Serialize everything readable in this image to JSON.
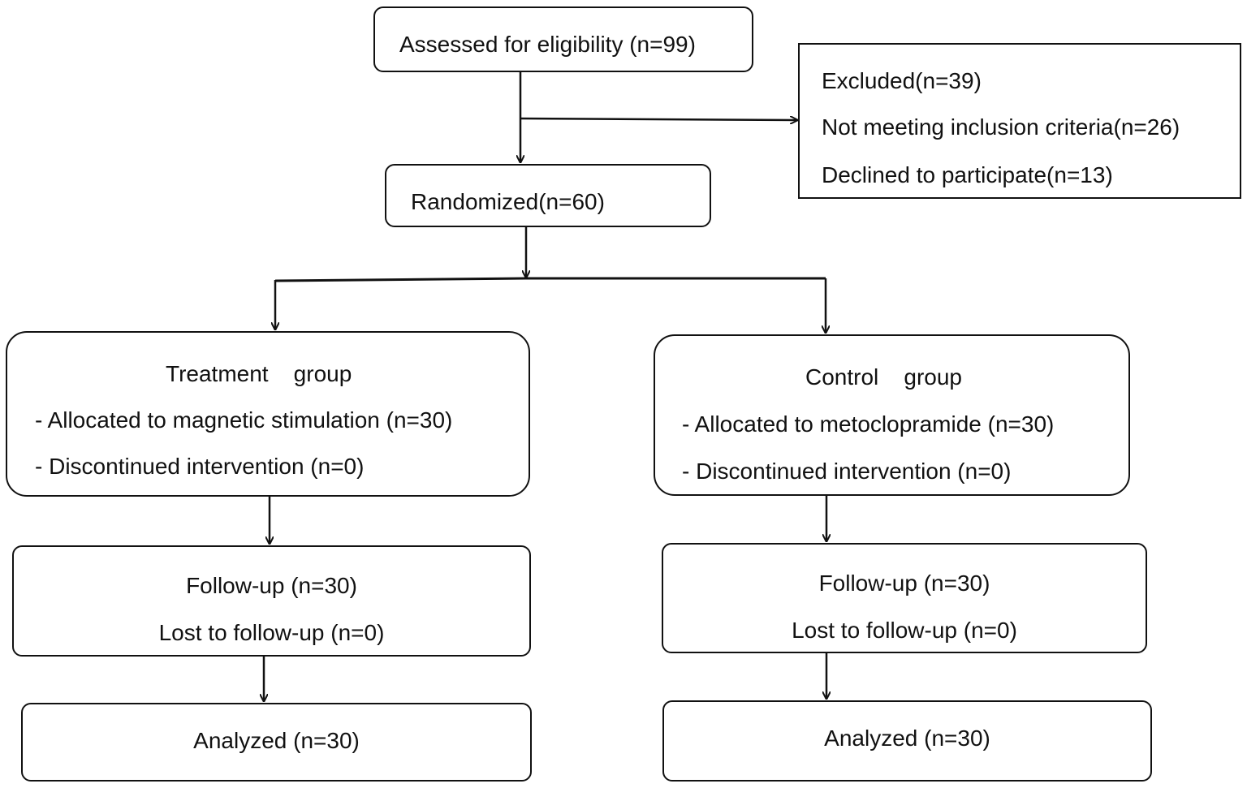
{
  "assessed": {
    "label": "Assessed for eligibility (n=99)"
  },
  "excluded": {
    "title": "Excluded(n=39)",
    "reasons": [
      "Not meeting inclusion criteria(n=26)",
      "Declined to participate(n=13)"
    ]
  },
  "randomized": {
    "label": "Randomized(n=60)"
  },
  "treatment": {
    "title": "Treatment    group",
    "allocated": "- Allocated to magnetic stimulation (n=30)",
    "discontinued": "- Discontinued intervention (n=0)",
    "followup": "Follow-up (n=30)",
    "lost": "Lost to follow-up (n=0)",
    "analyzed": "Analyzed (n=30)"
  },
  "control": {
    "title": "Control    group",
    "allocated": "- Allocated to metoclopramide (n=30)",
    "discontinued": "- Discontinued intervention (n=0)",
    "followup": "Follow-up (n=30)",
    "lost": "Lost to follow-up (n=0)",
    "analyzed": "Analyzed (n=30)"
  }
}
